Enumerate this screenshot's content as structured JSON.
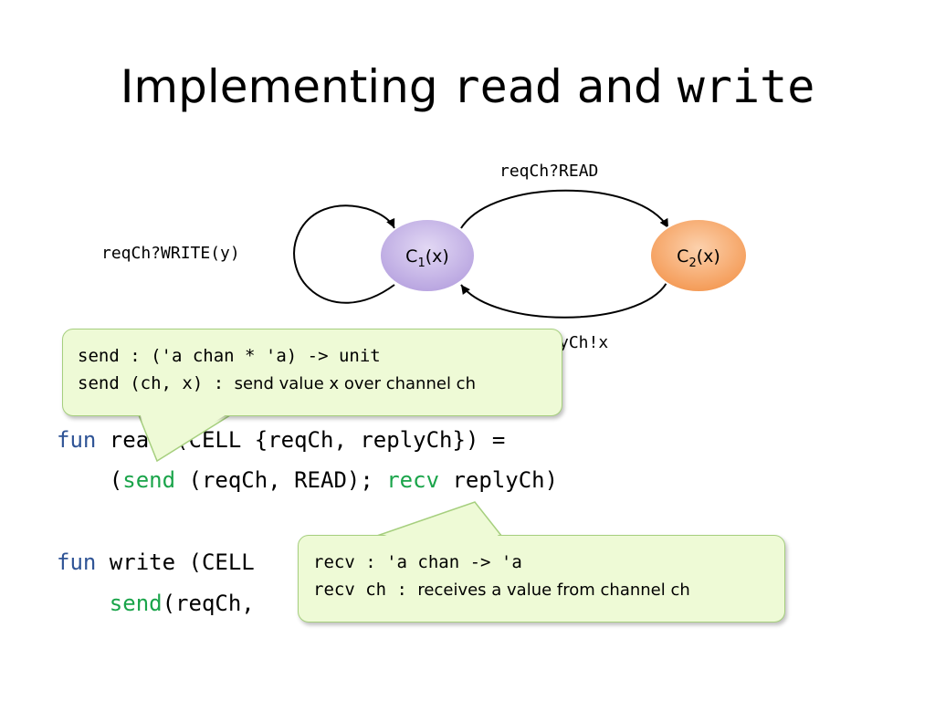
{
  "title": {
    "text_before": "Implementing ",
    "read": "read",
    "middle": " and ",
    "write": "write"
  },
  "diagram": {
    "states": [
      {
        "letter": "C",
        "sub": "1",
        "arg": "(x)",
        "color": "#c9b9e8"
      },
      {
        "letter": "C",
        "sub": "2",
        "arg": "(x)",
        "color": "#f9b37a"
      }
    ],
    "labels": {
      "self_loop": "reqCh?WRITE(y)",
      "to_c2": "reqCh?READ",
      "to_c1_tail": "yCh!x"
    }
  },
  "code": {
    "read_line1": {
      "kw": "fun",
      "rest": " read (CELL {reqCh, replyCh}) ="
    },
    "read_line2": {
      "indent": "    (",
      "send": "send",
      "mid": " (reqCh, READ); ",
      "recv": "recv",
      "rest": " replyCh)"
    },
    "write_line1": {
      "kw": "fun",
      "rest": " write (CELL"
    },
    "write_line2": {
      "indent": "    ",
      "send": "send",
      "rest": "(reqCh,"
    }
  },
  "callouts": {
    "send": {
      "sig": "send : ('a chan * 'a) -> unit",
      "usage_code": "send (ch, x) : ",
      "usage_text": "send value x over channel ch"
    },
    "recv": {
      "sig": "recv : 'a chan -> 'a",
      "usage_code": "recv ch : ",
      "usage_text": "receives a value from channel ch"
    }
  },
  "colors": {
    "keyword": "#2f5496",
    "function": "#1aa44a",
    "callout_bg": "#eefad6",
    "callout_border": "#a6cf7e"
  }
}
